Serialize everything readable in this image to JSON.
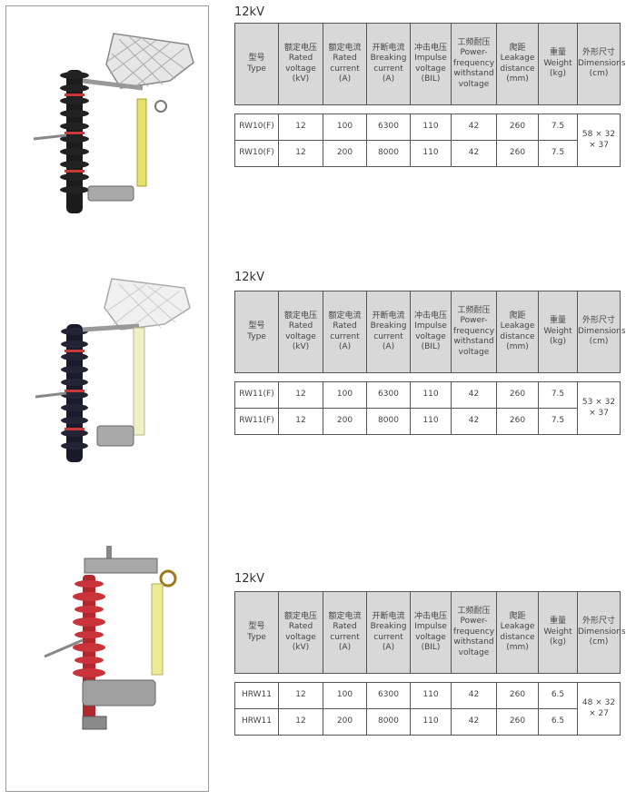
{
  "sections": [
    {
      "title": "12kV",
      "headers": [
        [
          "型号",
          "Type"
        ],
        [
          "额定电压",
          "Rated",
          "voltage",
          "(kV)"
        ],
        [
          "额定电流",
          "Rated",
          "current",
          "(A)"
        ],
        [
          "开断电流",
          "Breaking",
          "current",
          "(A)"
        ],
        [
          "冲击电压",
          "Impulse",
          "voltage",
          "(BIL)"
        ],
        [
          "工频耐压",
          "Power-",
          "frequency",
          "withstand",
          "voltage"
        ],
        [
          "爬距",
          "Leakage",
          "distance",
          "(mm)"
        ],
        [
          "重量",
          "Weight",
          "(kg)"
        ],
        [
          "外形尺寸",
          "Dimensions",
          "(cm)"
        ]
      ],
      "rows": [
        [
          "RW10(F)",
          "12",
          "100",
          "6300",
          "110",
          "42",
          "260",
          "7.5"
        ],
        [
          "RW10(F)",
          "12",
          "200",
          "8000",
          "110",
          "42",
          "260",
          "7.5"
        ]
      ],
      "dimensions": [
        "58 × 32",
        "× 37"
      ]
    },
    {
      "title": "12kV",
      "headers": [
        [
          "型号",
          "Type"
        ],
        [
          "额定电压",
          "Rated",
          "voltage",
          "(kV)"
        ],
        [
          "额定电流",
          "Rated",
          "current",
          "(A)"
        ],
        [
          "开断电流",
          "Breaking",
          "current",
          "(A)"
        ],
        [
          "冲击电压",
          "Impulse",
          "voltage",
          "(BIL)"
        ],
        [
          "工频耐压",
          "Power-",
          "frequency",
          "withstand",
          "voltage"
        ],
        [
          "爬距",
          "Leakage",
          "distance",
          "(mm)"
        ],
        [
          "重量",
          "Weight",
          "(kg)"
        ],
        [
          "外形尺寸",
          "Dimensions",
          "(cm)"
        ]
      ],
      "rows": [
        [
          "RW11(F)",
          "12",
          "100",
          "6300",
          "110",
          "42",
          "260",
          "7.5"
        ],
        [
          "RW11(F)",
          "12",
          "200",
          "8000",
          "110",
          "42",
          "260",
          "7.5"
        ]
      ],
      "dimensions": [
        "53 × 32",
        "× 37"
      ]
    },
    {
      "title": "12kV",
      "headers": [
        [
          "型号",
          "Type"
        ],
        [
          "额定电压",
          "Rated",
          "voltage",
          "(kV)"
        ],
        [
          "额定电流",
          "Rated",
          "current",
          "(A)"
        ],
        [
          "开断电流",
          "Breaking",
          "current",
          "(A)"
        ],
        [
          "冲击电压",
          "Impulse",
          "voltage",
          "(BIL)"
        ],
        [
          "工频耐压",
          "Power-",
          "frequency",
          "withstand",
          "voltage"
        ],
        [
          "爬距",
          "Leakage",
          "distance",
          "(mm)"
        ],
        [
          "重量",
          "Weight",
          "(kg)"
        ],
        [
          "外形尺寸",
          "Dimensions",
          "(cm)"
        ]
      ],
      "rows": [
        [
          "HRW11",
          "12",
          "100",
          "6300",
          "110",
          "42",
          "260",
          "6.5"
        ],
        [
          "HRW11",
          "12",
          "200",
          "8000",
          "110",
          "42",
          "260",
          "6.5"
        ]
      ],
      "dimensions": [
        "48 × 32",
        "× 27"
      ]
    }
  ]
}
